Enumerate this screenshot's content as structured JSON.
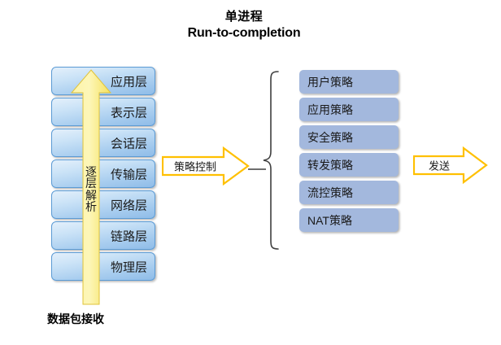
{
  "title": {
    "line1": "单进程",
    "line2": "Run-to-completion"
  },
  "colors": {
    "layer_box_border": "#5b9bd5",
    "layer_box_fill_top": "#e4f0fb",
    "layer_box_fill_bottom": "#8fbce8",
    "policy_box_fill": "#a3b8dd",
    "arrow_fill": "#fffbe0",
    "arrow_border": "#ffc000",
    "block_arrow_fill": "#ffffff",
    "block_arrow_border": "#ffc000",
    "brace_stroke": "#3f3f3f",
    "text": "#1a1a1a"
  },
  "osi_stack": {
    "name": "osi-layer-stack",
    "layers": [
      {
        "label": "应用层"
      },
      {
        "label": "表示层"
      },
      {
        "label": "会话层"
      },
      {
        "label": "传输层"
      },
      {
        "label": "网络层"
      },
      {
        "label": "链路层"
      },
      {
        "label": "物理层"
      }
    ]
  },
  "up_arrow": {
    "name": "layer-parsing-up-arrow",
    "label_chars": [
      "逐",
      "层",
      "解",
      "析"
    ],
    "label_full": "逐层解析",
    "direction": "up"
  },
  "bottom_caption": {
    "label": "数据包接收"
  },
  "mid_arrow": {
    "name": "policy-control-arrow",
    "label": "策略控制",
    "direction": "right"
  },
  "brace": {
    "name": "policy-group-brace",
    "glyph": "{"
  },
  "policy_stack": {
    "name": "policy-list",
    "items": [
      {
        "label": "用户策略"
      },
      {
        "label": "应用策略"
      },
      {
        "label": "安全策略"
      },
      {
        "label": "转发策略"
      },
      {
        "label": "流控策略"
      },
      {
        "label": "NAT策略"
      }
    ]
  },
  "send_arrow": {
    "name": "send-arrow",
    "label": "发送",
    "direction": "right"
  }
}
